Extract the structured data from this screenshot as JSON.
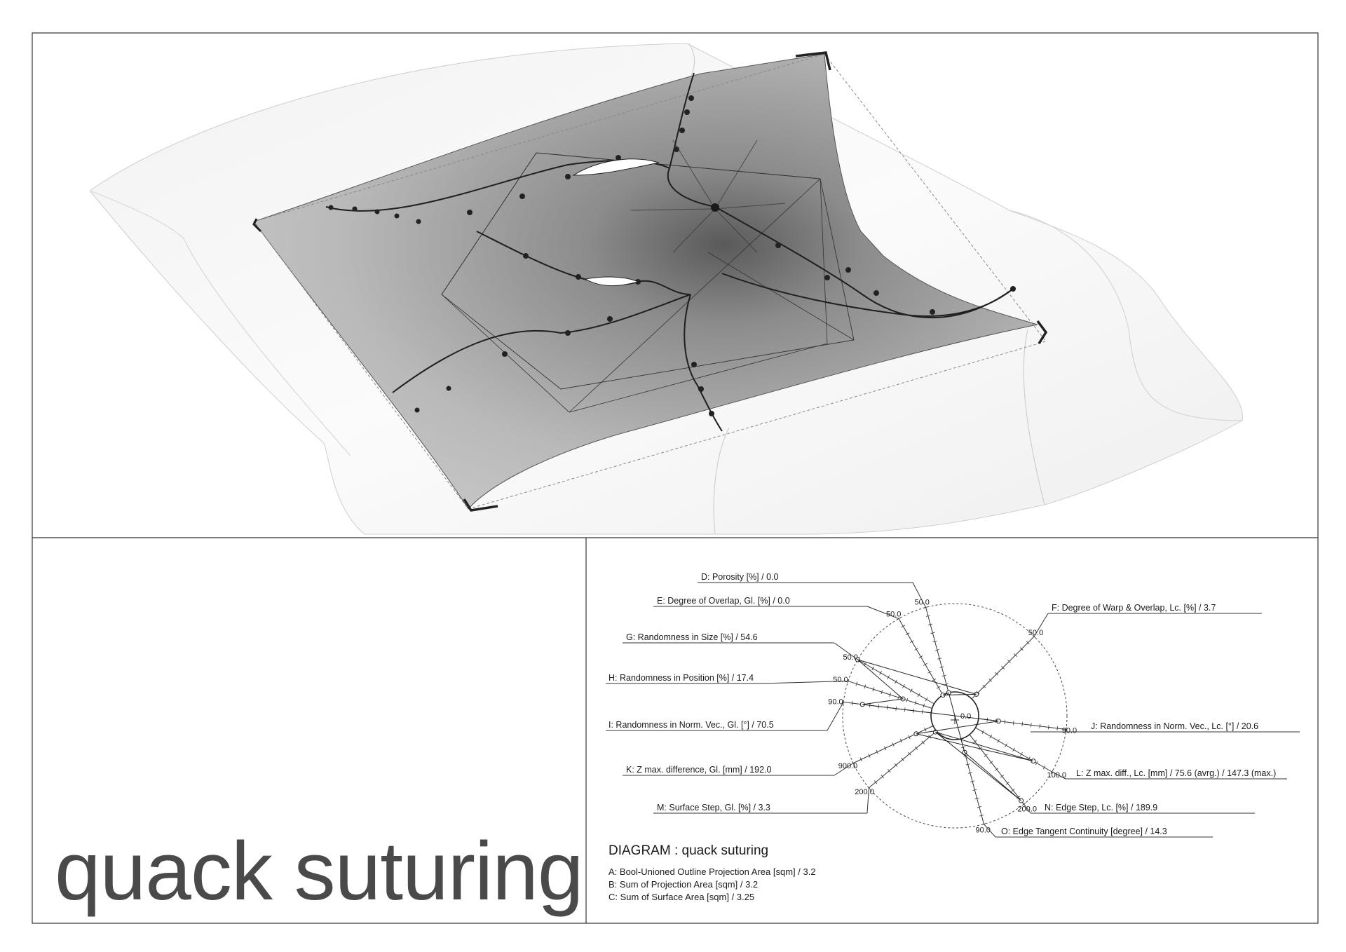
{
  "title": "quack suturing",
  "diagram": {
    "heading": "DIAGRAM : quack suturing",
    "center_value": "0.0",
    "summary": [
      "A: Bool-Unioned Outline Projection Area [sqm] / 3.2",
      "B: Sum of Projection Area [sqm] / 3.2",
      "C: Sum of Surface Area [sqm] / 3.25"
    ],
    "parameters": [
      {
        "key": "D",
        "label": "D: Porosity [%] / 0.0",
        "max": "50.0",
        "value": 0.0
      },
      {
        "key": "E",
        "label": "E: Degree of Overlap, Gl. [%] / 0.0",
        "max": "50.0",
        "value": 0.0
      },
      {
        "key": "F",
        "label": "F: Degree of Warp & Overlap, Lc. [%] / 3.7",
        "max": "50.0",
        "value": 3.7
      },
      {
        "key": "G",
        "label": "G: Randomness in Size [%] / 54.6",
        "max": "50.0",
        "value": 54.6
      },
      {
        "key": "H",
        "label": "H: Randomness in Position [%] / 17.4",
        "max": "50.0",
        "value": 17.4
      },
      {
        "key": "I",
        "label": "I: Randomness in Norm. Vec., Gl. [°] / 70.5",
        "max": "90.0",
        "value": 70.5
      },
      {
        "key": "J",
        "label": "J: Randomness in Norm. Vec., Lc. [°] / 20.6",
        "max": "90.0",
        "value": 20.6
      },
      {
        "key": "K",
        "label": "K: Z max. difference, Gl. [mm] / 192.0",
        "max": "900.0",
        "value": 192.0
      },
      {
        "key": "L",
        "label": "L: Z max. diff., Lc. [mm] / 75.6 (avrg.) / 147.3 (max.)",
        "max": "100.0",
        "value": 75.6
      },
      {
        "key": "M",
        "label": "M: Surface Step, Gl. [%] / 3.3",
        "max": "200.0",
        "value": 3.3
      },
      {
        "key": "N",
        "label": "N: Edge Step, Lc. [%] / 189.9",
        "max": "200.0",
        "value": 189.9
      },
      {
        "key": "O",
        "label": "O: Edge Tangent Continuity [degree] / 14.3",
        "max": "90.0",
        "value": 14.3
      }
    ]
  }
}
